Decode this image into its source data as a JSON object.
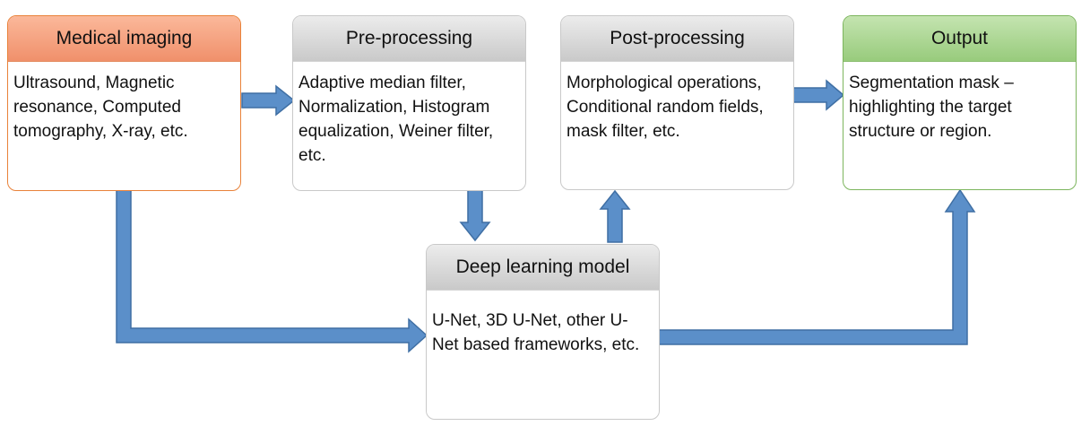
{
  "colors": {
    "arrow_fill": "#5b8fc9",
    "arrow_stroke": "#3f6fa4",
    "medical_header": "#f4a07f",
    "output_header": "#a9d48f",
    "gray_header": "#d3d3d3"
  },
  "boxes": {
    "medical": {
      "title": "Medical imaging",
      "text": "Ultrasound, Magnetic resonance, Computed tomography, X-ray, etc."
    },
    "preprocessing": {
      "title": "Pre-processing",
      "text": "Adaptive median filter, Normalization, Histogram equalization, Weiner filter, etc."
    },
    "postprocessing": {
      "title": "Post-processing",
      "text": "Morphological operations, Conditional random fields, mask filter, etc."
    },
    "output": {
      "title": "Output",
      "text": "Segmentation mask – highlighting the target structure or region."
    },
    "deep_learning": {
      "title": "Deep learning model",
      "text": "U-Net, 3D U-Net, other U-Net based frameworks, etc."
    }
  }
}
